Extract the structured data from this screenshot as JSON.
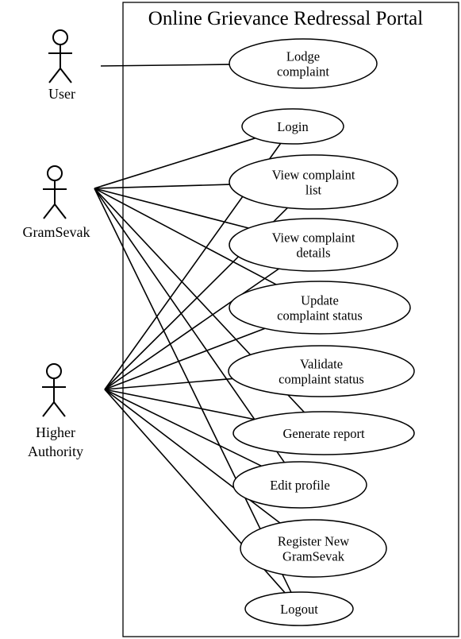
{
  "system": {
    "title": "Online Grievance Redressal Portal"
  },
  "actors": [
    {
      "id": "user",
      "label_lines": [
        "User"
      ]
    },
    {
      "id": "gramsevak",
      "label_lines": [
        "GramSevak"
      ]
    },
    {
      "id": "higher",
      "label_lines": [
        "Higher",
        "Authority"
      ]
    }
  ],
  "use_cases": [
    {
      "id": "lodge",
      "label_lines": [
        "Lodge",
        "complaint"
      ]
    },
    {
      "id": "login",
      "label_lines": [
        "Login"
      ]
    },
    {
      "id": "view_list",
      "label_lines": [
        "View complaint",
        "list"
      ]
    },
    {
      "id": "view_details",
      "label_lines": [
        "View complaint",
        "details"
      ]
    },
    {
      "id": "update_status",
      "label_lines": [
        "Update",
        "complaint status"
      ]
    },
    {
      "id": "validate_status",
      "label_lines": [
        "Validate",
        "complaint status"
      ]
    },
    {
      "id": "generate_report",
      "label_lines": [
        "Generate report"
      ]
    },
    {
      "id": "edit_profile",
      "label_lines": [
        "Edit profile"
      ]
    },
    {
      "id": "register_gramsevak",
      "label_lines": [
        "Register New",
        "GramSevak"
      ]
    },
    {
      "id": "logout",
      "label_lines": [
        "Logout"
      ]
    }
  ],
  "associations": [
    {
      "actor": "user",
      "use_case": "lodge"
    },
    {
      "actor": "gramsevak",
      "use_case": "login"
    },
    {
      "actor": "gramsevak",
      "use_case": "view_list"
    },
    {
      "actor": "gramsevak",
      "use_case": "view_details"
    },
    {
      "actor": "gramsevak",
      "use_case": "update_status"
    },
    {
      "actor": "gramsevak",
      "use_case": "generate_report"
    },
    {
      "actor": "gramsevak",
      "use_case": "edit_profile"
    },
    {
      "actor": "gramsevak",
      "use_case": "logout"
    },
    {
      "actor": "higher",
      "use_case": "login"
    },
    {
      "actor": "higher",
      "use_case": "view_list"
    },
    {
      "actor": "higher",
      "use_case": "view_details"
    },
    {
      "actor": "higher",
      "use_case": "update_status"
    },
    {
      "actor": "higher",
      "use_case": "validate_status"
    },
    {
      "actor": "higher",
      "use_case": "generate_report"
    },
    {
      "actor": "higher",
      "use_case": "edit_profile"
    },
    {
      "actor": "higher",
      "use_case": "register_gramsevak"
    },
    {
      "actor": "higher",
      "use_case": "logout"
    }
  ]
}
